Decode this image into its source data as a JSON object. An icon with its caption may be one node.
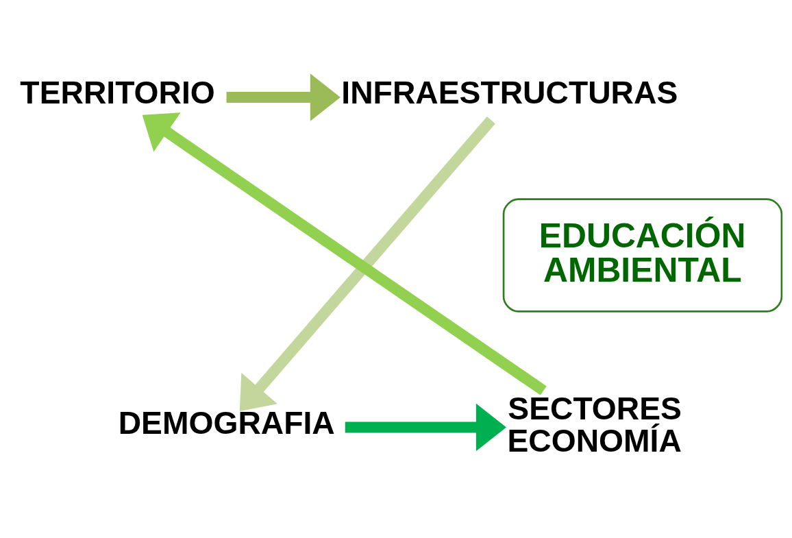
{
  "diagram": {
    "nodes": [
      {
        "text": [
          "TERRITORIO"
        ]
      },
      {
        "text": [
          "INFRAESTRUCTURAS"
        ]
      },
      {
        "text": [
          "EDUCACIÓN AMBIENTAL"
        ]
      },
      {
        "text": [
          "SECTORES ECONOMÍA"
        ]
      },
      {
        "text": [
          "DEMOGRAFIA"
        ]
      }
    ],
    "edges": [
      {
        "from": 0,
        "to": 1,
        "arrow": "to",
        "color": "#9bbb59"
      },
      {
        "from": 1,
        "to": 4,
        "arrow": "to",
        "color": "#c3d69b"
      },
      {
        "from": 4,
        "to": 3,
        "arrow": "to",
        "color": "#00b050"
      },
      {
        "from": 3,
        "to": 0,
        "arrow": "to",
        "color": "#92d050"
      }
    ]
  }
}
